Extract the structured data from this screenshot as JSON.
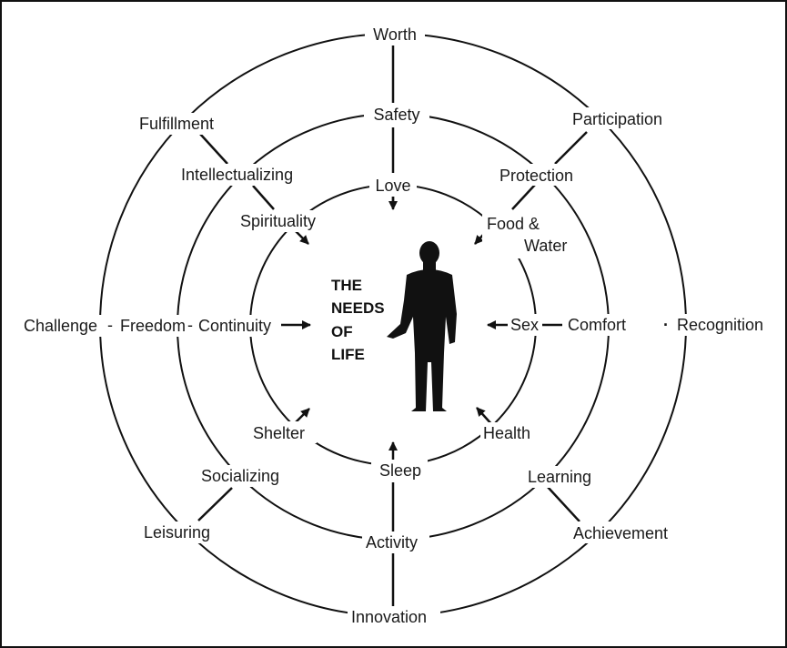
{
  "center": {
    "title_lines": [
      "THE",
      "NEEDS",
      "OF",
      "LIFE"
    ],
    "figure_icon": "human-figure-icon"
  },
  "rings": {
    "inner": [
      "Love",
      "Food &",
      "Water",
      "Sex",
      "Health",
      "Sleep",
      "Shelter",
      "Continuity",
      "Spirituality"
    ],
    "middle": [
      "Safety",
      "Protection",
      "Comfort",
      "Learning",
      "Activity",
      "Socializing",
      "Freedom",
      "Intellectualizing"
    ],
    "outer": [
      "Worth",
      "Participation",
      "Recognition",
      "Achievement",
      "Innovation",
      "Leisuring",
      "Challenge",
      "Fulfillment"
    ]
  },
  "connectors": [
    "-",
    "-",
    "·"
  ],
  "colors": {
    "ink": "#1a1a1a",
    "background": "#ffffff"
  }
}
